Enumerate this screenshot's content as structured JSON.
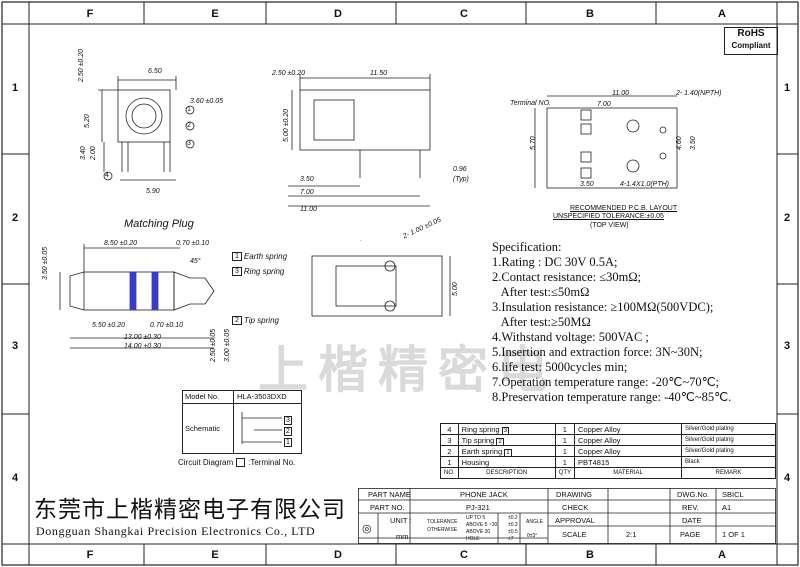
{
  "zones": {
    "top": [
      "F",
      "E",
      "D",
      "C",
      "B",
      "A"
    ],
    "side": [
      "1",
      "2",
      "3",
      "4"
    ]
  },
  "rohs": {
    "line1": "RoHS",
    "line2": "Compliant"
  },
  "front_view": {
    "dims": [
      "6.50",
      "2.50 ±0.20",
      "5.20",
      "3.40",
      "2.00",
      "5.90",
      "3.60 ±0.05"
    ],
    "callouts": [
      "1",
      "2",
      "3",
      "4"
    ]
  },
  "side_view": {
    "dims": [
      "2.50 ±0.20",
      "11.50",
      "5.00 ±0.20",
      "3.50",
      "7.00",
      "11.00",
      "0.96",
      "(Typ)"
    ]
  },
  "matching_plug": {
    "title": "Matching Plug",
    "dims": [
      "8.50 ±0.20",
      "0.70 ±0.10",
      "3.50 ±0.05",
      "45°",
      "5.50 ±0.20",
      "0.70 ±0.10",
      "13.00 ±0.30",
      "14.00 ±0.30",
      "2.50 ±0.05",
      "3.00 ±0.05"
    ],
    "labels": [
      {
        "num": "1",
        "text": "Earth spring"
      },
      {
        "num": "3",
        "text": "Ring spring"
      },
      {
        "num": "2",
        "text": "Tip spring"
      }
    ]
  },
  "pcb_layout": {
    "title": "RECOMMENDED P.C.B. LAYOUT",
    "tolerance": "UNSPECIFIED TOLERANCE:±0.05",
    "view": "(TOP VIEW)",
    "terminal_label": "Terminal NO.",
    "dims": [
      "11.00",
      "2- 1.40(NPTH)",
      "7.00",
      "5.70",
      "4.60",
      "3.50",
      "3.50",
      "4-1.4X1.0(PTH)"
    ]
  },
  "bottom_view": {
    "dims": [
      "2- 1.00 ±0.05",
      "5.00"
    ]
  },
  "watermark": "上楷精密电",
  "specification": {
    "title": "Specification:",
    "lines": [
      "1.Rating : DC 30V 0.5A;",
      "2.Contact resistance: ≤30mΩ;",
      "   After test:≤50mΩ",
      "3.Insulation resistance: ≥100MΩ(500VDC);",
      "   After test:≥50MΩ",
      "4.Withstand voltage: 500VAC ;",
      "5.Insertion and extraction force: 3N~30N;",
      "6.life test: 5000cycles min;",
      "7.Operation temperature range: -20℃~70℃;",
      "8.Preservation temperature range: -40℃~85℃."
    ]
  },
  "schematic": {
    "model_label": "Model No.",
    "model_value": "HLA-3503DXD",
    "schematic_label": "Schematic",
    "caption": "Circuit Diagram",
    "terminal_caption": ":Terminal No.",
    "pins": [
      "3",
      "2",
      "1"
    ]
  },
  "bom": {
    "rows": [
      {
        "no": "4",
        "desc": "Ring spring",
        "tag": "3",
        "qty": "1",
        "material": "Copper Alloy",
        "remark": "Silver/Gold plating"
      },
      {
        "no": "3",
        "desc": "Tip spring",
        "tag": "2",
        "qty": "1",
        "material": "Copper Alloy",
        "remark": "Silver/Gold plating"
      },
      {
        "no": "2",
        "desc": "Earth spring",
        "tag": "1",
        "qty": "1",
        "material": "Copper Alloy",
        "remark": "Silver/Gold plating"
      },
      {
        "no": "1",
        "desc": "Housing",
        "tag": "",
        "qty": "1",
        "material": "PBT4815",
        "remark": "Black"
      }
    ],
    "header": {
      "no": "NO.",
      "desc": "DESCRIPTION",
      "qty": "QTY",
      "material": "MATERIAL",
      "remark": "REMARK"
    }
  },
  "company": {
    "cn": "东莞市上楷精密电子有限公司",
    "en": "Dongguan Shangkai Precision Electronics Co., LTD"
  },
  "title_block": {
    "part_name_label": "PART NAME",
    "part_name": "PHONE JACK",
    "part_no_label": "PART NO.",
    "part_no": "PJ-321",
    "unit_label": "UNIT :",
    "unit": "mm",
    "tol_label1": "TOLERANCE",
    "tol_label2": "OTHERWISE",
    "tol_rows": [
      {
        "range": "UP TO 5",
        "val": "±0.2"
      },
      {
        "range": "ABOVE 5 ~30",
        "val": "±0.3"
      },
      {
        "range": "ABOVE 30",
        "val": "±0.5"
      },
      {
        "range": "HOLE",
        "val": "±7"
      }
    ],
    "angle_label": "ANGLE",
    "angle_val": "θ±3°",
    "drawing_label": "DRAWING",
    "check_label": "CHECK",
    "approval_label": "APPROVAL",
    "scale_label": "SCALE",
    "scale": "2:1",
    "dwg_label": "DWG.No.",
    "dwg": "SBICL",
    "rev_label": "REV.",
    "rev": "A1",
    "date_label": "DATE",
    "page_label": "PAGE",
    "page": "1 OF 1"
  }
}
